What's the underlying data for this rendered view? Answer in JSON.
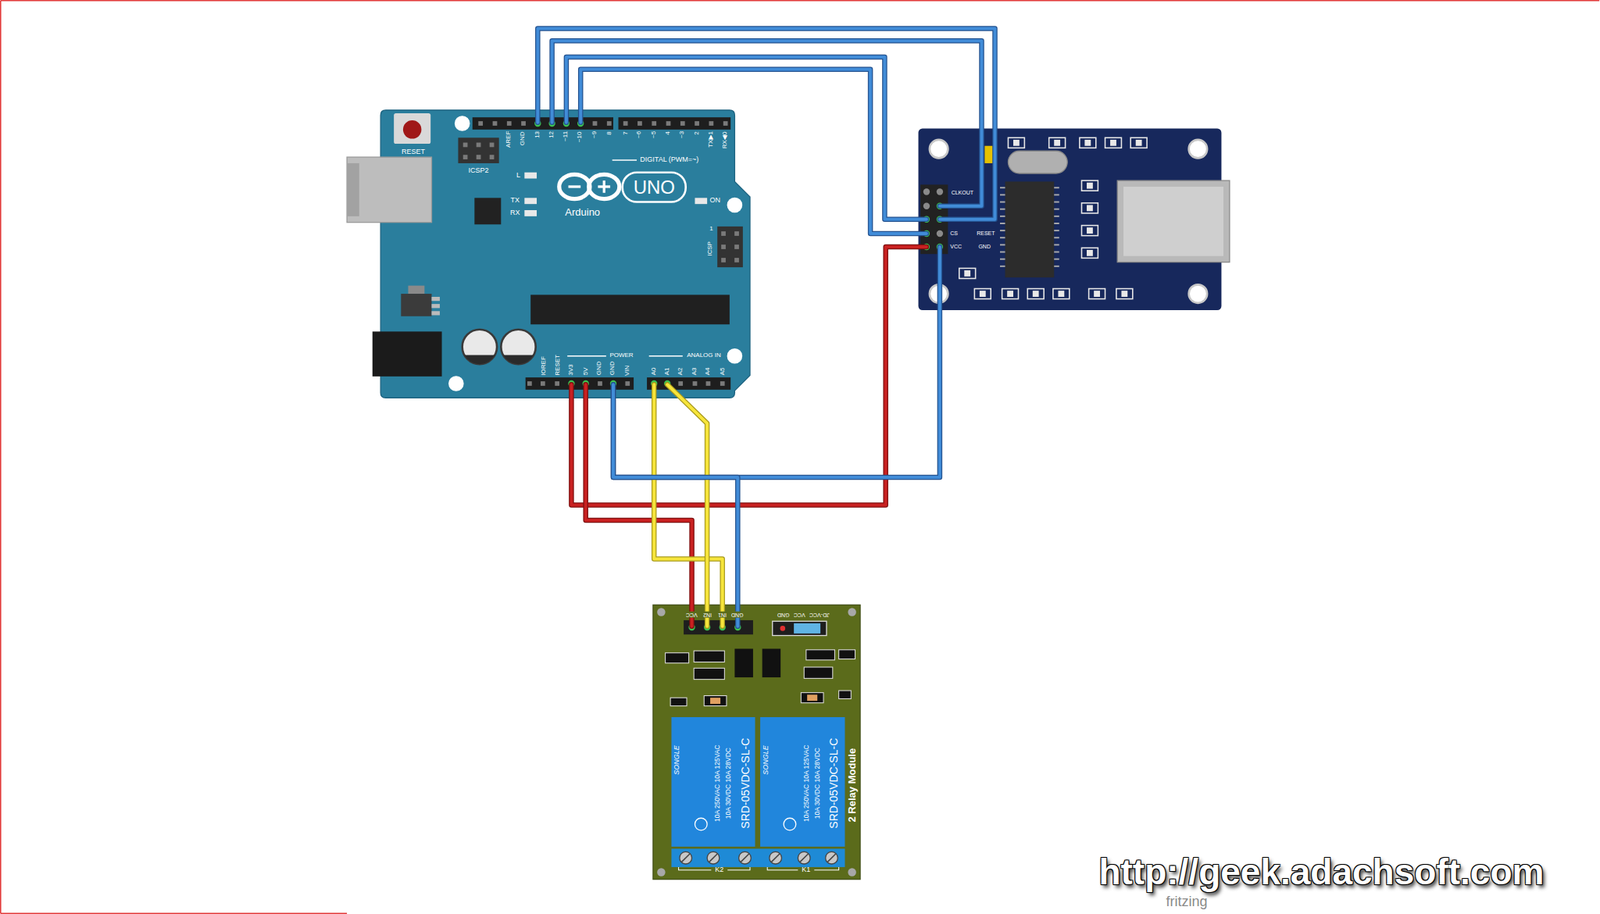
{
  "diagram": {
    "nodes": [
      {
        "text": [
          "RESET",
          "ICSP2",
          "AREF",
          "GND",
          "13",
          "12",
          "~11",
          "~10",
          "~9",
          "8",
          "7",
          "~6",
          "~5",
          "4",
          "~3",
          "2",
          "TX▶1",
          "RX◀0",
          "DIGITAL (PWM=~)",
          "L",
          "TX",
          "RX",
          "Arduino",
          "UNO",
          "ON",
          "ICSP",
          "1",
          "IOREF",
          "RESET",
          "3V3",
          "5V",
          "GND",
          "GND",
          "VIN",
          "POWER",
          "ANALOG IN",
          "A0",
          "A1",
          "A2",
          "A3",
          "A4",
          "A5"
        ]
      },
      {
        "text": [
          "CLKOUT",
          "CS",
          "VCC",
          "RESET",
          "GND"
        ]
      },
      {
        "text": [
          "VCC",
          "IN2",
          "IN1",
          "GND",
          "JD-VCC",
          "VCC",
          "GND",
          "K2",
          "K1",
          "2 Relay Module"
        ]
      },
      {
        "text": [
          "SONGLE",
          "10A 250VAC 10A 125VAC",
          "10A 30VDC 10A 28VDC",
          "SRD-05VDC-SL-C"
        ],
        "in": 2
      },
      {
        "text": [
          "SONGLE",
          "10A 250VAC 10A 125VAC",
          "10A 30VDC 10A 28VDC",
          "SRD-05VDC-SL-C"
        ],
        "in": 2
      }
    ],
    "edges": [
      {
        "from": 0,
        "to": 1,
        "arrow": "none"
      },
      {
        "from": 0,
        "to": 1,
        "arrow": "none"
      },
      {
        "from": 0,
        "to": 1,
        "arrow": "none"
      },
      {
        "from": 0,
        "to": 1,
        "arrow": "none"
      },
      {
        "from": 0,
        "to": 1,
        "arrow": "none"
      },
      {
        "from": 0,
        "to": 1,
        "arrow": "none"
      },
      {
        "from": 0,
        "to": 2,
        "arrow": "none"
      },
      {
        "from": 0,
        "to": 2,
        "arrow": "none"
      },
      {
        "from": 0,
        "to": 2,
        "arrow": "none"
      },
      {
        "from": 0,
        "to": 2,
        "arrow": "none"
      }
    ],
    "labels": [
      "http://geek.adachsoft.com",
      "fritzing"
    ]
  }
}
